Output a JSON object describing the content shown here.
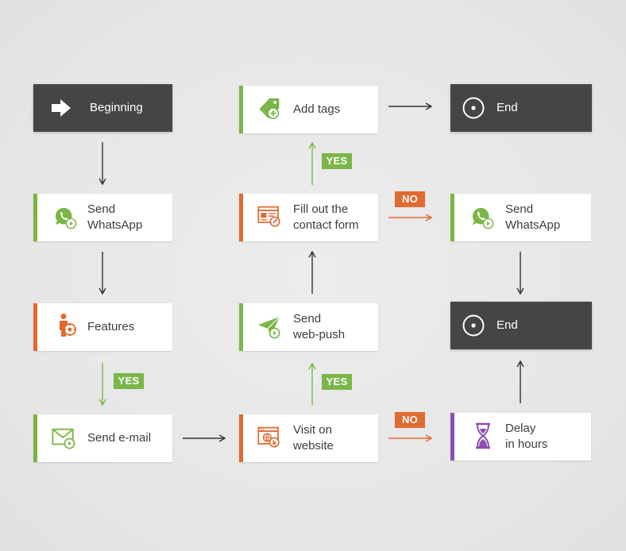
{
  "nodes": {
    "beginning": {
      "label": "Beginning",
      "icon": "arrow-right-icon"
    },
    "send_whatsapp_1": {
      "label": "Send\nWhatsApp",
      "icon": "whatsapp-icon"
    },
    "features": {
      "label": "Features",
      "icon": "person-gear-icon"
    },
    "send_email": {
      "label": "Send e-mail",
      "icon": "envelope-icon"
    },
    "visit_website": {
      "label": "Visit on\nwebsite",
      "icon": "browser-click-icon"
    },
    "send_webpush": {
      "label": "Send\nweb-push",
      "icon": "paper-plane-icon"
    },
    "fill_contact_form": {
      "label": "Fill out the\ncontact form",
      "icon": "form-edit-icon"
    },
    "add_tags": {
      "label": "Add tags",
      "icon": "tag-plus-icon"
    },
    "end_1": {
      "label": "End",
      "icon": "stop-circle-icon"
    },
    "send_whatsapp_2": {
      "label": "Send\nWhatsApp",
      "icon": "whatsapp-icon"
    },
    "end_2": {
      "label": "End",
      "icon": "stop-circle-icon"
    },
    "delay_hours": {
      "label": "Delay\nin hours",
      "icon": "hourglass-icon"
    }
  },
  "badges": {
    "yes_features_email": "YES",
    "yes_website_webpush": "YES",
    "yes_form_tags": "YES",
    "no_form_whatsapp": "NO",
    "no_website_delay": "NO"
  },
  "colors": {
    "green": "#7ab648",
    "orange": "#e06a2f",
    "purple": "#8e4fb0",
    "dark": "#454545",
    "arrow": "#333333"
  }
}
